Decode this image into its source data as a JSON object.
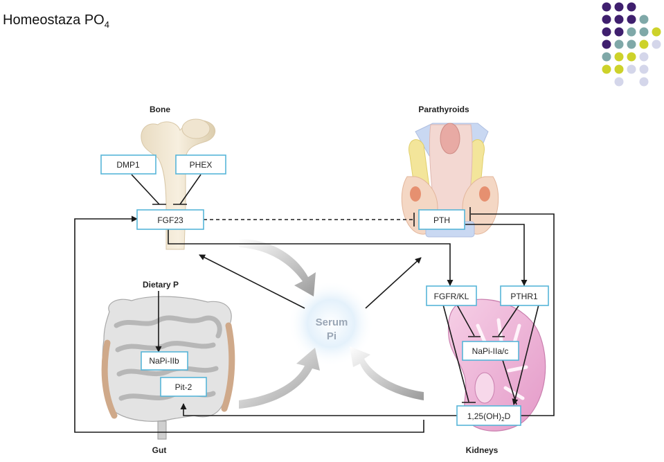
{
  "title": {
    "main": "Homeostaza PO",
    "subscript": "4"
  },
  "organs": {
    "bone": "Bone",
    "parathyroids": "Parathyroids",
    "dietary": "Dietary P",
    "gut": "Gut",
    "kidneys": "Kidneys"
  },
  "boxes": {
    "dmp1": "DMP1",
    "phex": "PHEX",
    "fgf23": "FGF23",
    "pth": "PTH",
    "fgfr": "FGFR/KL",
    "pthr1": "PTHR1",
    "napi2ac": "NaPi-IIa/c",
    "napi2b": "NaPi-IIb",
    "pit2": "Pit-2",
    "vitd_pre": "1,25(OH)",
    "vitd_sub": "2",
    "vitd_post": "D"
  },
  "serum": {
    "line1": "Serum",
    "line2": "Pi"
  },
  "colors": {
    "box_border": "#56b5d8",
    "dot_purple": "#3f1f6e",
    "dot_teal": "#7fa8a8",
    "dot_yellow": "#cdd22a",
    "dot_lavender": "#d4d6ea"
  },
  "decor": {
    "dot_grid": [
      [
        "purple",
        "purple",
        "purple",
        "none"
      ],
      [
        "purple",
        "purple",
        "purple",
        "teal"
      ],
      [
        "purple",
        "purple",
        "teal",
        "teal",
        "yellow"
      ],
      [
        "purple",
        "teal",
        "teal",
        "yellow",
        "lavender"
      ],
      [
        "teal",
        "yellow",
        "yellow",
        "lavender",
        "none"
      ],
      [
        "yellow",
        "yellow",
        "lavender",
        "lavender",
        "none"
      ],
      [
        "none",
        "lavender",
        "none",
        "lavender",
        "none"
      ]
    ]
  }
}
